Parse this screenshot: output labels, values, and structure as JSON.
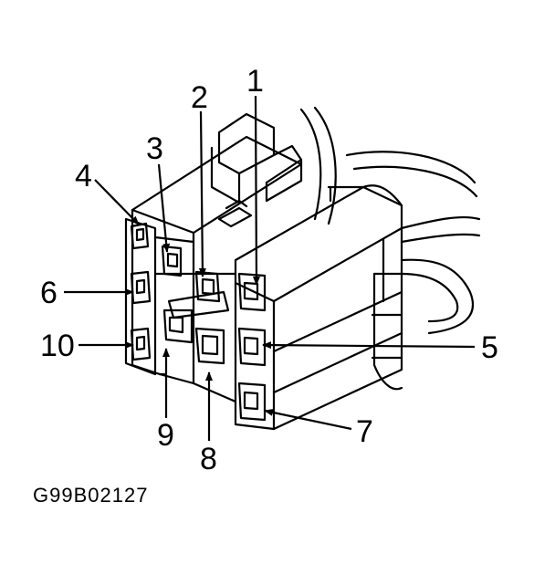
{
  "figure_id": "G99B02127",
  "callouts": [
    {
      "label": "1"
    },
    {
      "label": "2"
    },
    {
      "label": "3"
    },
    {
      "label": "4"
    },
    {
      "label": "5"
    },
    {
      "label": "6"
    },
    {
      "label": "7"
    },
    {
      "label": "8"
    },
    {
      "label": "9"
    },
    {
      "label": "10"
    }
  ],
  "colors": {
    "ink": "#000000",
    "paper": "#ffffff"
  }
}
